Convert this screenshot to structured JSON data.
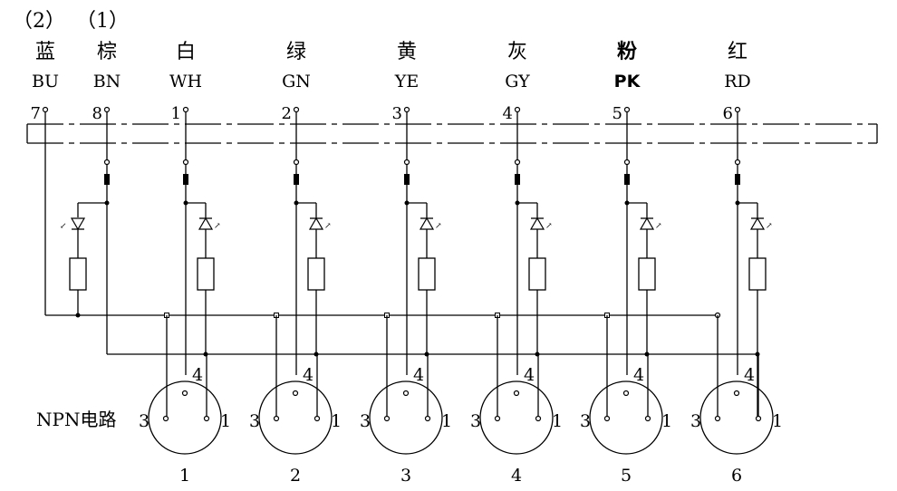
{
  "header": {
    "group2": "（2）",
    "group1": "（1）"
  },
  "wires": [
    {
      "cn": "蓝",
      "code": "BU",
      "pin": "7",
      "bold": false
    },
    {
      "cn": "棕",
      "code": "BN",
      "pin": "8",
      "bold": false
    },
    {
      "cn": "白",
      "code": "WH",
      "pin": "1",
      "bold": false
    },
    {
      "cn": "绿",
      "code": "GN",
      "pin": "2",
      "bold": false
    },
    {
      "cn": "黄",
      "code": "YE",
      "pin": "3",
      "bold": false
    },
    {
      "cn": "灰",
      "code": "GY",
      "pin": "4",
      "bold": false
    },
    {
      "cn": "粉",
      "code": "PK",
      "pin": "5",
      "bold": true
    },
    {
      "cn": "红",
      "code": "RD",
      "pin": "6",
      "bold": false
    }
  ],
  "circuit_label": "NPN电路",
  "connectors": [
    {
      "id": "1",
      "pin_top": "4",
      "pin_left": "3",
      "pin_right": "1"
    },
    {
      "id": "2",
      "pin_top": "4",
      "pin_left": "3",
      "pin_right": "1"
    },
    {
      "id": "3",
      "pin_top": "4",
      "pin_left": "3",
      "pin_right": "1"
    },
    {
      "id": "4",
      "pin_top": "4",
      "pin_left": "3",
      "pin_right": "1"
    },
    {
      "id": "5",
      "pin_top": "4",
      "pin_left": "3",
      "pin_right": "1"
    },
    {
      "id": "6",
      "pin_top": "4",
      "pin_left": "3",
      "pin_right": "1"
    }
  ]
}
